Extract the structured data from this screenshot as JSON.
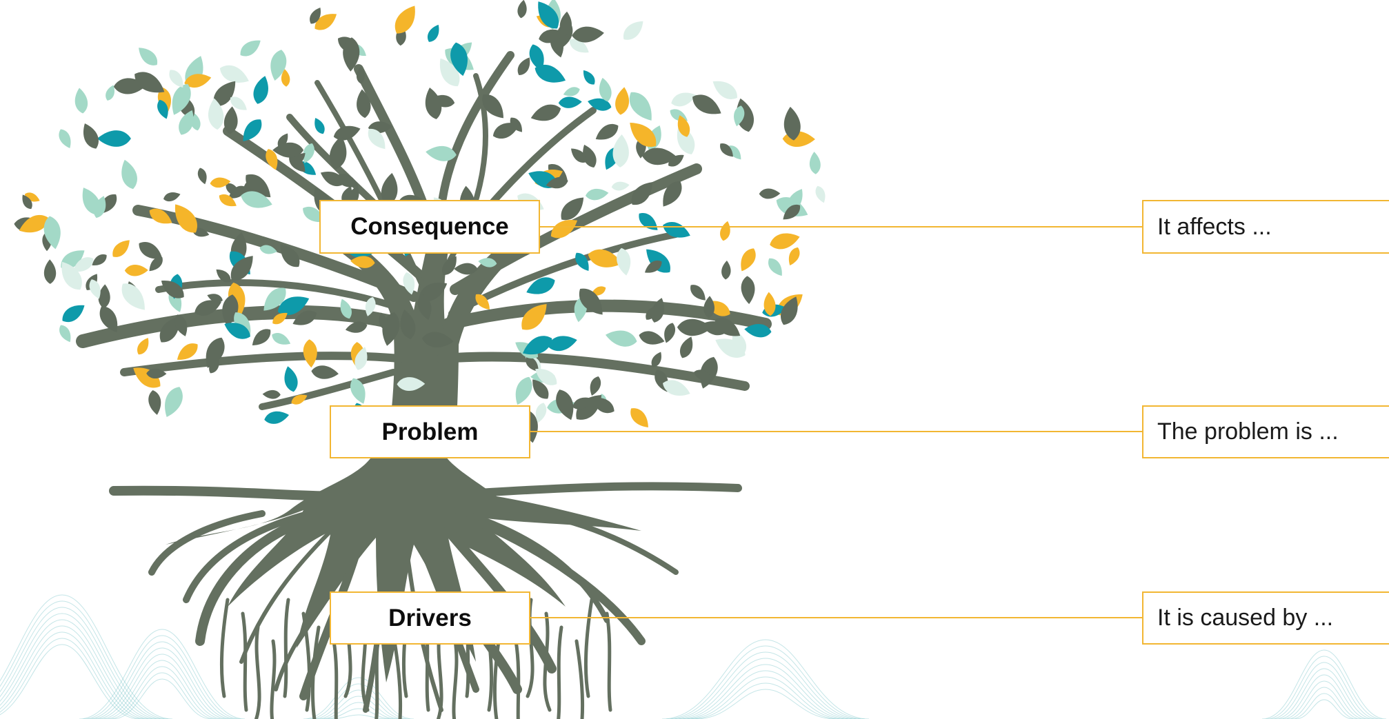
{
  "colors": {
    "trunk": "#647060",
    "leaf_dark": "#5f6b5c",
    "leaf_yellow": "#f5b52a",
    "leaf_teal": "#0e9aaa",
    "leaf_mint": "#a3d9c7",
    "leaf_pale": "#dcefe8",
    "connector": "#f2b632",
    "mesh": "#7cc6c9"
  },
  "icons": [
    "tree-illustration",
    "wave-mesh-decoration"
  ],
  "nodes": [
    {
      "id": "consequence",
      "label": "Consequence",
      "answer": "It affects ..."
    },
    {
      "id": "problem",
      "label": "Problem",
      "answer": "The problem is ..."
    },
    {
      "id": "drivers",
      "label": "Drivers",
      "answer": "It is caused by ..."
    }
  ]
}
